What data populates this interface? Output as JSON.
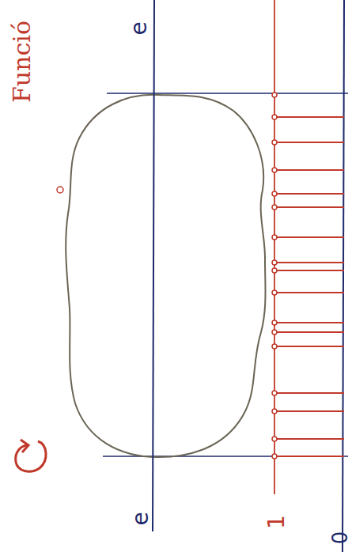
{
  "diagram": {
    "labels": [
      "Funció",
      "e",
      "e",
      "1",
      "0"
    ]
  }
}
